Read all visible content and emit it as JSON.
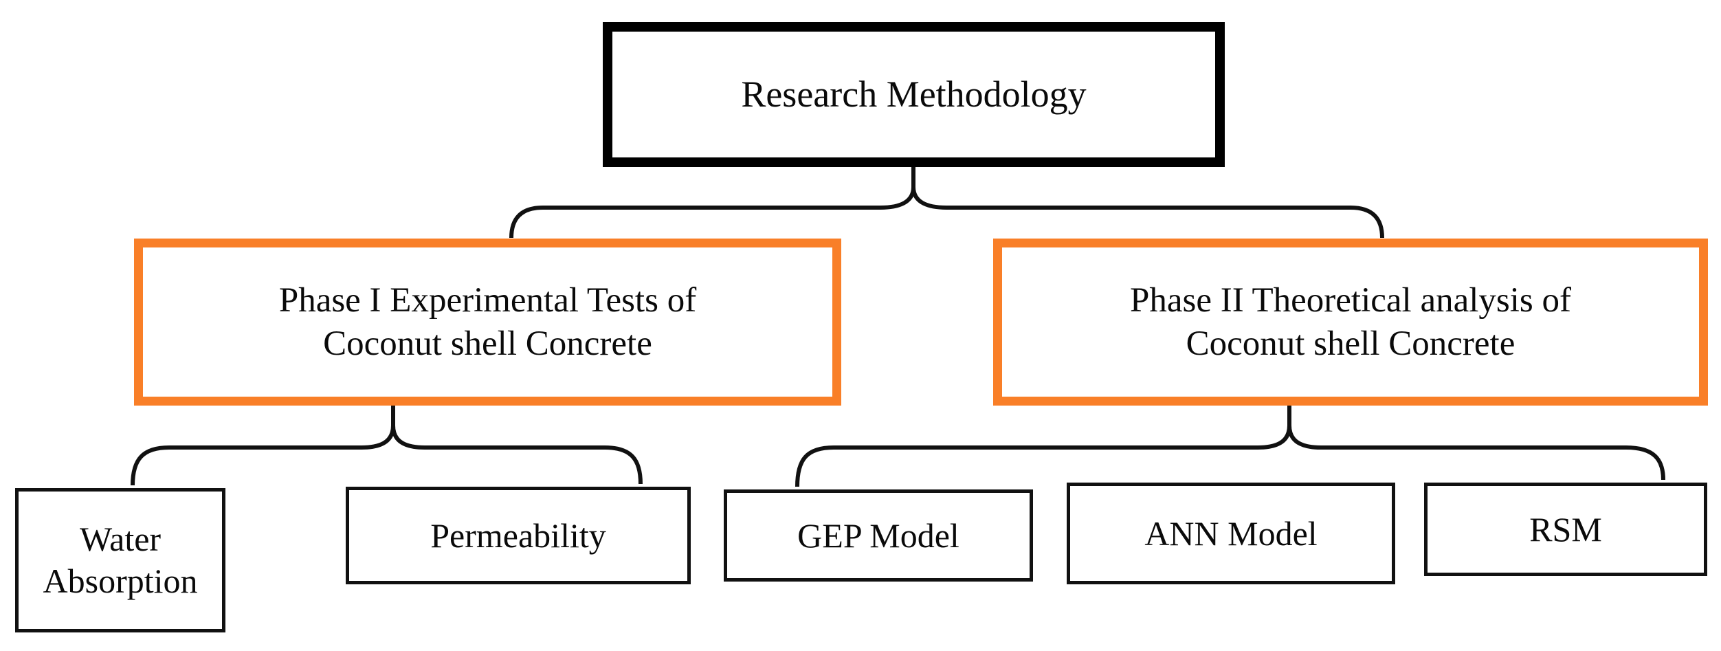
{
  "diagram": {
    "type": "flowchart",
    "title": "Research Methodology",
    "orientation": "top-down",
    "colors": {
      "root_border": "#000000",
      "phase_border": "#F97F28",
      "leaf_border": "#111111",
      "background": "#FFFFFF",
      "text": "#0A0A0A",
      "connector": "#111111"
    },
    "nodes": {
      "root": {
        "label": "Research Methodology"
      },
      "phase_1": {
        "label": "Phase I Experimental Tests of\nCoconut shell Concrete"
      },
      "phase_2": {
        "label": "Phase II Theoretical analysis of\nCoconut shell Concrete"
      },
      "leaf_water_absorption": {
        "label": "Water\nAbsorption"
      },
      "leaf_permeability": {
        "label": "Permeability"
      },
      "leaf_gep_model": {
        "label": "GEP Model"
      },
      "leaf_ann_model": {
        "label": "ANN Model"
      },
      "leaf_rsm": {
        "label": "RSM"
      }
    },
    "edges": [
      {
        "from": "root",
        "to": "phase_1"
      },
      {
        "from": "root",
        "to": "phase_2"
      },
      {
        "from": "phase_1",
        "to": "leaf_water_absorption"
      },
      {
        "from": "phase_1",
        "to": "leaf_permeability"
      },
      {
        "from": "phase_2",
        "to": "leaf_gep_model"
      },
      {
        "from": "phase_2",
        "to": "leaf_ann_model"
      },
      {
        "from": "phase_2",
        "to": "leaf_rsm"
      }
    ]
  }
}
